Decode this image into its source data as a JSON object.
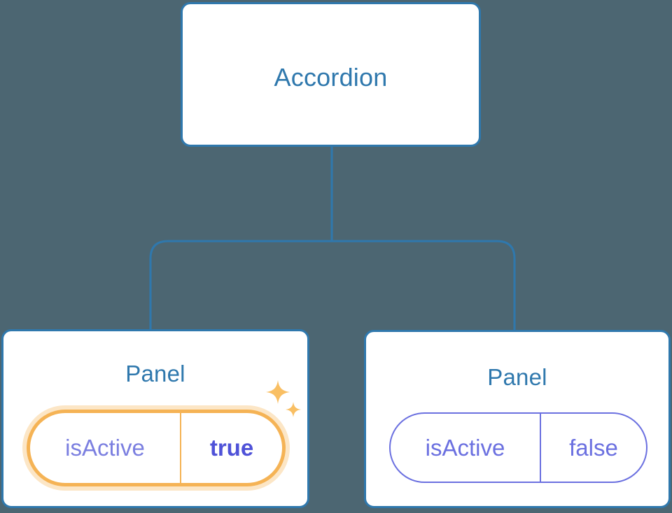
{
  "diagram": {
    "type": "component-tree",
    "background_color": "#4c6672",
    "connector_color": "#2f78ad",
    "root": {
      "label": "Accordion"
    },
    "children": [
      {
        "label": "Panel",
        "highlighted": true,
        "prop": {
          "key": "isActive",
          "value": "true",
          "value_bold": true,
          "border_color": "#f5b355",
          "halo_color": "#f7bc6a",
          "key_color": "#7b7fe0",
          "value_color": "#4f52d8"
        },
        "sparkles": [
          {
            "name": "sparkle-large",
            "color": "#f8b котор"
          },
          {
            "name": "sparkle-small",
            "color": "#f9c36a"
          }
        ]
      },
      {
        "label": "Panel",
        "highlighted": false,
        "prop": {
          "key": "isActive",
          "value": "false",
          "value_bold": false,
          "border_color": "#6b70e0",
          "key_color": "#6b70e0",
          "value_color": "#6b70e0"
        }
      }
    ]
  },
  "colors": {
    "background": "#4c6672",
    "card_border": "#2f78ad",
    "card_fill": "#ffffff",
    "title_text": "#2f78ad",
    "pill_purple": "#6b70e0",
    "pill_purple_bold": "#4f52d8",
    "highlight_orange": "#f5b355",
    "highlight_halo": "#f7bc6a",
    "sparkle": "#f9bf63"
  }
}
